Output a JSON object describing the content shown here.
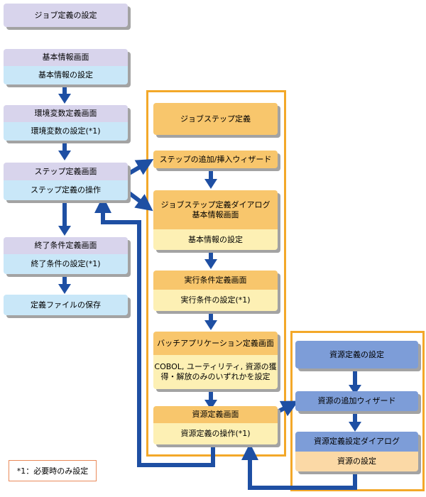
{
  "left": {
    "job_setting": "ジョブ定義の設定",
    "basic_screen": "基本情報画面",
    "basic_setting": "基本情報の設定",
    "env_screen": "環境変数定義画面",
    "env_setting": "環境変数の設定(*1)",
    "step_screen": "ステップ定義画面",
    "step_op": "ステップ定義の操作",
    "end_screen": "終了条件定義画面",
    "end_setting": "終了条件の設定(*1)",
    "save": "定義ファイルの保存"
  },
  "middle": {
    "title": "ジョブステップ定義",
    "wizard": "ステップの追加/挿入ウィザード",
    "dialog_line1": "ジョブステップ定義ダイアログ",
    "dialog_line2": "基本情報画面",
    "basic_setting": "基本情報の設定",
    "exec_screen": "実行条件定義画面",
    "exec_setting": "実行条件の設定(*1)",
    "batch_screen": "バッチアプリケーション定義画面",
    "cobol_line1": "COBOL, ユーティリティ, 資源の獲",
    "cobol_line2": "得・解放のみのいずれかを設定",
    "resource_screen": "資源定義画面",
    "resource_op": "資源定義の操作(*1)"
  },
  "right": {
    "title": "資源定義の設定",
    "wizard": "資源の追加ウィザード",
    "dialog": "資源定義設定ダイアログ",
    "setting": "資源の設定"
  },
  "note": "*1：必要時のみ設定",
  "colors": {
    "lavender": "#d8d4ec",
    "light_blue": "#c9e7f8",
    "orange": "#f8c66c",
    "light_yellow": "#fdf0b4",
    "blue": "#7d9dd8",
    "peach": "#fbd9a6",
    "frame": "#f3a829",
    "arrow": "#1e4fa3"
  }
}
